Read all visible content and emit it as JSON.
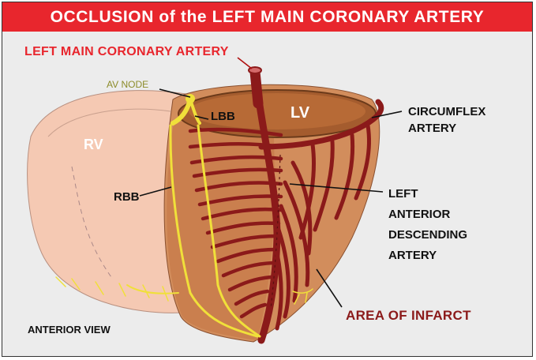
{
  "title": "OCCLUSION of the LEFT MAIN CORONARY ARTERY",
  "labels": {
    "left_main": "LEFT MAIN CORONARY ARTERY",
    "av_node": "AV NODE",
    "lbb": "LBB",
    "lv": "LV",
    "rv": "RV",
    "rbb": "RBB",
    "circumflex_1": "CIRCUMFLEX",
    "circumflex_2": "ARTERY",
    "lad_1": "LEFT",
    "lad_2": "ANTERIOR",
    "lad_3": "DESCENDING",
    "lad_4": "ARTERY",
    "infarct": "AREA OF INFARCT",
    "view": "ANTERIOR VIEW"
  },
  "colors": {
    "title_bg": "#e8262d",
    "artery": "#8b1a1a",
    "conduction": "#f0e03a",
    "rv_tissue": "#f5c7b0",
    "lv_tissue": "#cf8a58",
    "lv_cavity": "#a55a2a"
  }
}
